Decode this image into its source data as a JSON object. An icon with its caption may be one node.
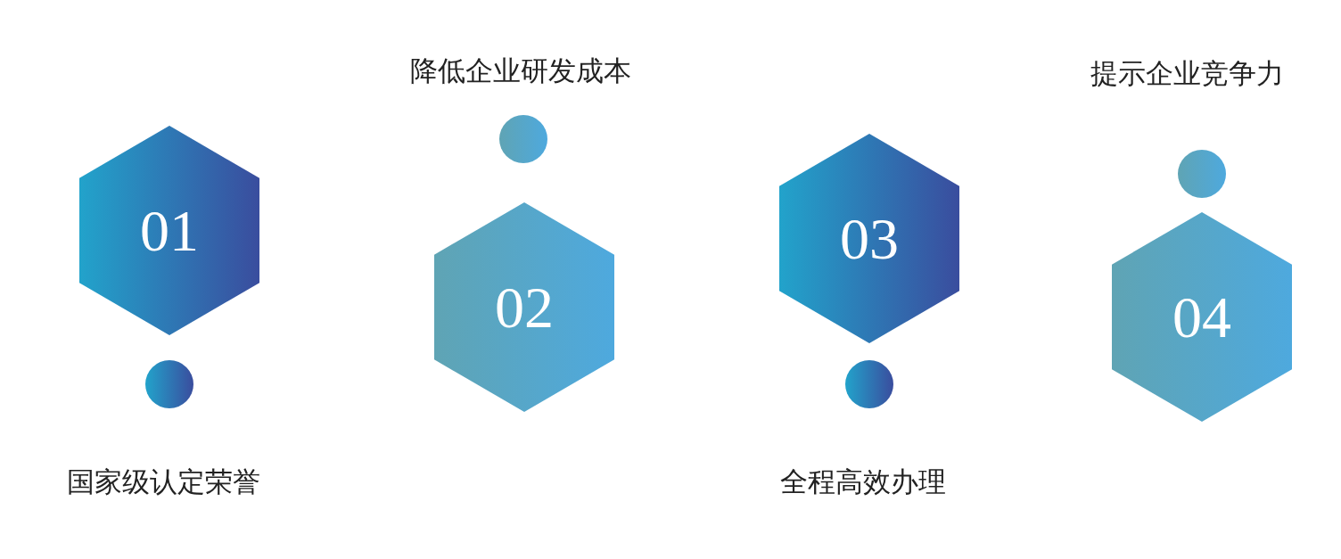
{
  "diagram": {
    "nodes": [
      {
        "text": [
          "01"
        ]
      },
      {
        "text": [
          "02"
        ]
      },
      {
        "text": [
          "03"
        ]
      },
      {
        "text": [
          "04"
        ]
      }
    ],
    "labels": [
      "降低企业研发成本",
      "提示企业竞争力",
      "国家级认定荣誉",
      "全程高效办理"
    ]
  }
}
